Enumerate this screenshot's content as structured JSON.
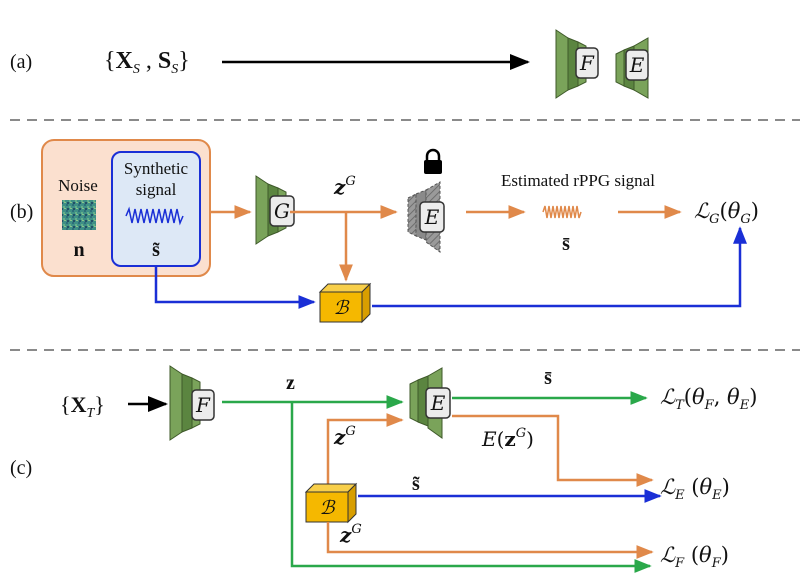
{
  "panels": {
    "a": {
      "tag": "(a)",
      "input": "{X_S , S_S}"
    },
    "b": {
      "tag": "(b)",
      "noise_label": "Noise",
      "noise_symbol": "n",
      "synthetic_line1": "Synthetic",
      "synthetic_line2": "signal",
      "synthetic_symbol": "s̃",
      "latent": "z^G",
      "estimated_label": "Estimated rPPG signal",
      "estimated_symbol": "s̄",
      "loss": "L_G(θ_G)"
    },
    "c": {
      "tag": "(c)",
      "input": "{X_T}",
      "latent": "z",
      "estimated_symbol": "s̄",
      "e_output": "E(z^G)",
      "synthetic_symbol": "s̃",
      "latent_g_top": "z^G",
      "latent_g_bottom": "z^G",
      "loss_t": "L_T(θ_F, θ_E)",
      "loss_e": "L_E (θ_E)",
      "loss_f": "L_F (θ_F)"
    }
  },
  "modules": {
    "F": "F",
    "E": "E",
    "G": "G",
    "B": "B"
  },
  "colors": {
    "orange": "#e0894a",
    "blue": "#1a2fd6",
    "green": "#2aa84a",
    "module_green": "#7aa35a",
    "module_yellow": "#f5b800",
    "panel_orange_fill": "#fbe0cf",
    "panel_blue_fill": "#dde8f6",
    "divider": "#8a8a8a"
  }
}
